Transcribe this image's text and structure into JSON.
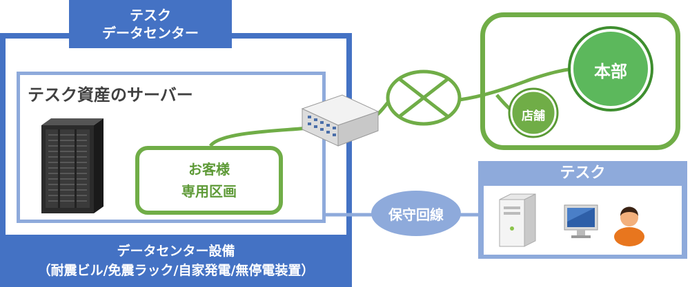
{
  "datacenter": {
    "title_line1": "テスク",
    "title_line2": "データセンター",
    "footer_line1": "データセンター設備",
    "footer_line2": "（耐震ビル/免震ラック/自家発電/無停電装置）"
  },
  "assets": {
    "title": "テスク資産のサーバー"
  },
  "private_zone": {
    "line1": "お客様",
    "line2": "専用区画"
  },
  "network": {
    "hq_label": "本部",
    "store_label": "店舗"
  },
  "leased_line": {
    "label": "保守回線"
  },
  "tesk": {
    "title": "テスク"
  },
  "colors": {
    "datacenter_blue": "#4472c4",
    "light_blue": "#8eaadb",
    "green": "#70ad47"
  }
}
